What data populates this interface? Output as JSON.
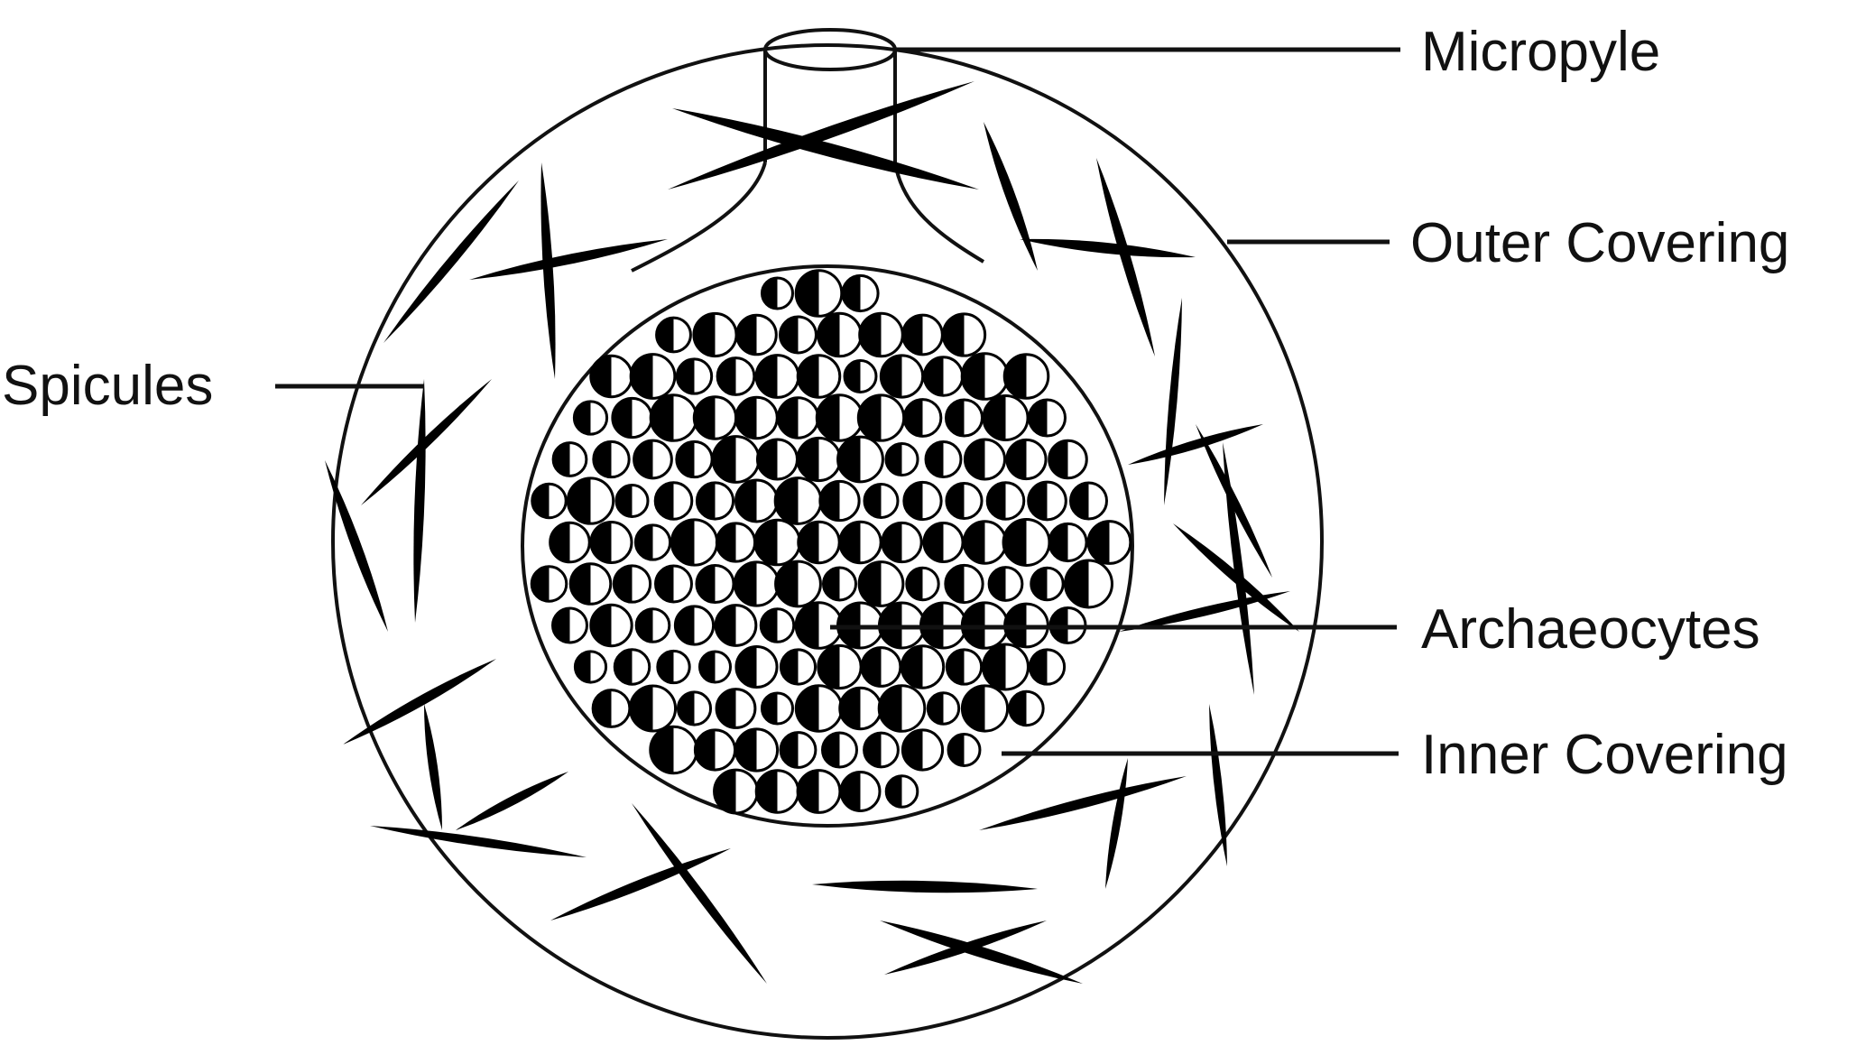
{
  "labels": {
    "micropyle": "Micropyle",
    "outer_covering": "Outer Covering",
    "spicules": "Spicules",
    "archaeocytes": "Archaeocytes",
    "inner_covering": "Inner Covering"
  }
}
